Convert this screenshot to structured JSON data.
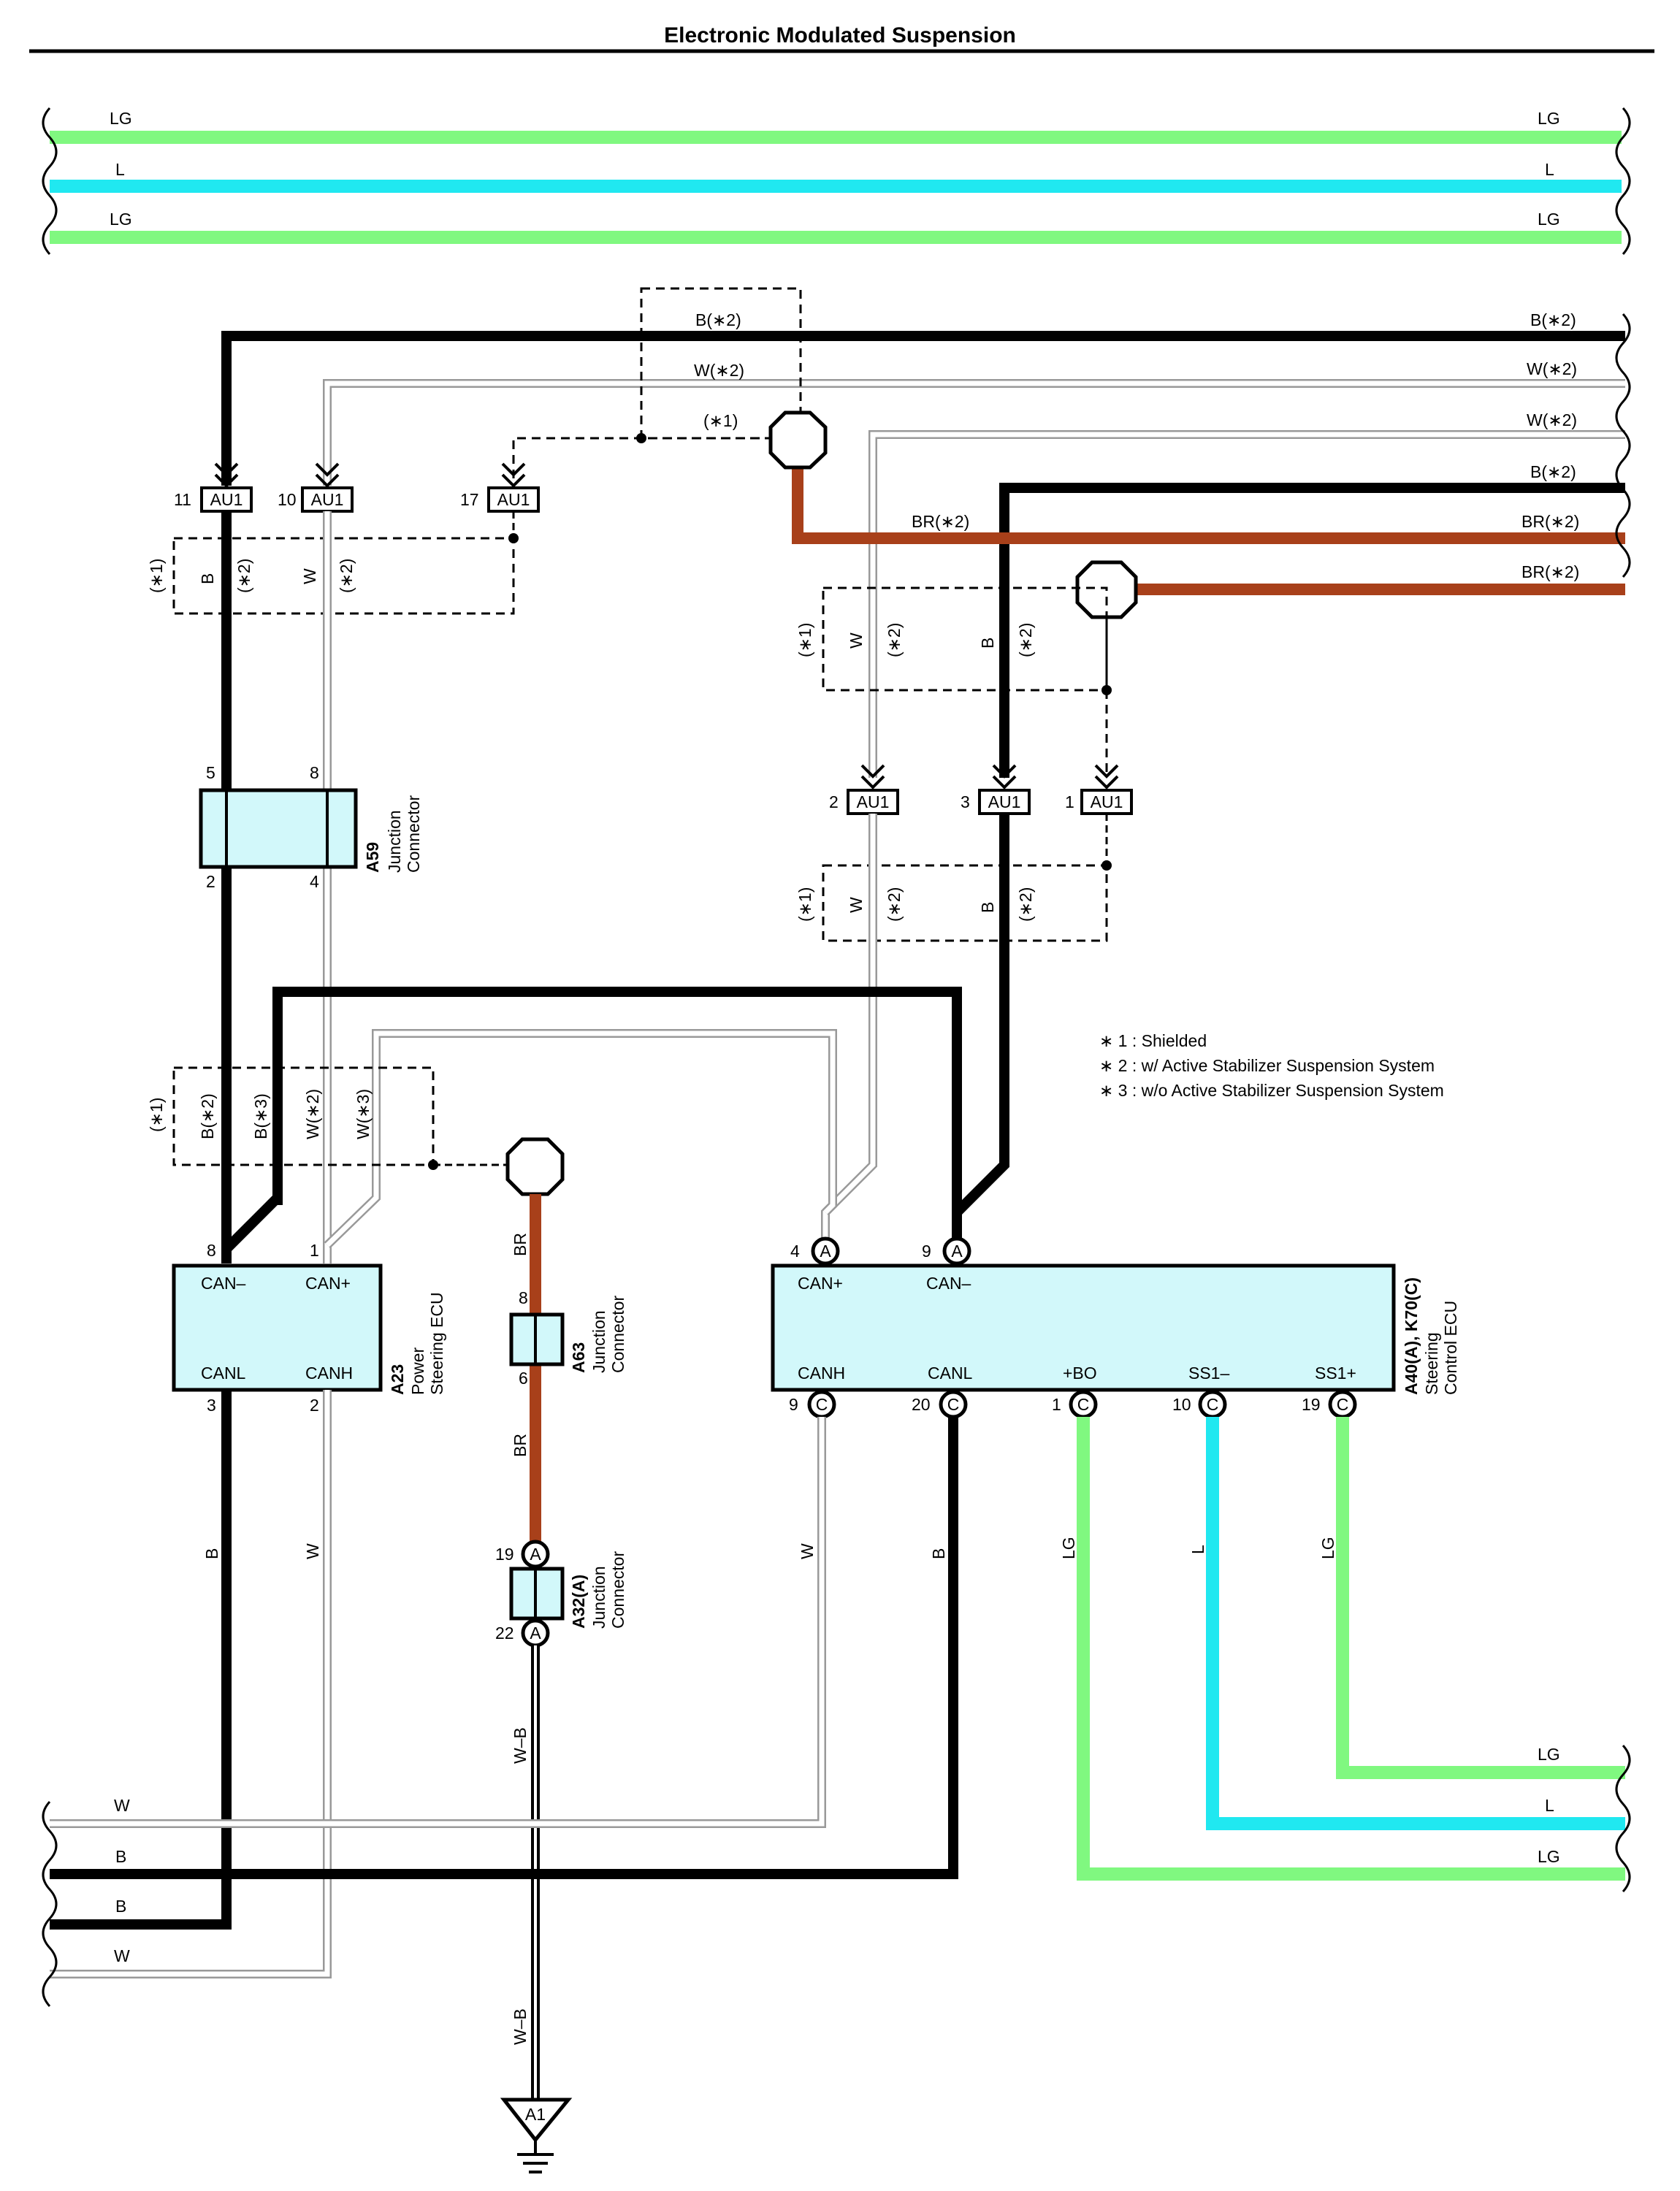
{
  "title": "Electronic Modulated Suspension",
  "colors": {
    "LG": "#80f880",
    "L": "#20e8f0",
    "B": "#000000",
    "W": "#ffffff",
    "BR": "#a8401a",
    "ecu_fill": "#d2f8fa",
    "W_outline": "#999999"
  },
  "top_wires": {
    "lg1": "LG",
    "l": "L",
    "lg2": "LG"
  },
  "right_wires": {
    "b2a": "B(∗2)",
    "w2a": "W(∗2)",
    "w2b": "W(∗2)",
    "b2b": "B(∗2)",
    "br2a": "BR(∗2)",
    "br2b": "BR(∗2)"
  },
  "mid_labels": {
    "b2_top": "B(∗2)",
    "w2_top": "W(∗2)",
    "s1_top": "(∗1)",
    "br2_mid": "BR(∗2)"
  },
  "connectors": {
    "au1": "AU1",
    "pin11": "11",
    "pin10": "10",
    "pin17": "17",
    "pin2": "2",
    "pin3": "3",
    "pin1": "1"
  },
  "shield_labels": {
    "s1": "(∗1)",
    "b": "B",
    "w": "W",
    "s2": "(∗2)"
  },
  "a59": {
    "code": "A59",
    "name1": "Junction",
    "name2": "Connector",
    "p5": "5",
    "p8": "8",
    "p2": "2",
    "p4": "4"
  },
  "bottom_shield": {
    "s1": "(∗1)",
    "b2": "B(∗2)",
    "b3": "B(∗3)",
    "w2": "W(∗2)",
    "w3": "W(∗3)"
  },
  "a23": {
    "code": "A23",
    "name1": "Power",
    "name2": "Steering ECU",
    "can_minus": "CAN–",
    "can_plus": "CAN+",
    "canl": "CANL",
    "canh": "CANH",
    "p8": "8",
    "p1": "1",
    "p3": "3",
    "p2": "2"
  },
  "a63": {
    "code": "A63",
    "name1": "Junction",
    "name2": "Connector",
    "p8": "8",
    "p6": "6"
  },
  "a32": {
    "code": "A32(A)",
    "name1": "Junction",
    "name2": "Connector",
    "p19": "19",
    "p22": "22",
    "letter": "A"
  },
  "steer": {
    "code": "A40(A), K70(C)",
    "name1": "Steering",
    "name2": "Control ECU",
    "can_plus": "CAN+",
    "can_minus": "CAN–",
    "canh": "CANH",
    "canl": "CANL",
    "bo": "+BO",
    "ss1m": "SS1–",
    "ss1p": "SS1+",
    "p4": "4",
    "p9": "9",
    "p9c": "9",
    "p20": "20",
    "p1": "1",
    "p10": "10",
    "p19": "19",
    "la": "A",
    "lc": "C"
  },
  "notes": [
    "∗ 1 : Shielded",
    "∗ 2 : w/ Active Stabilizer Suspension System",
    "∗ 3 : w/o Active Stabilizer Suspension System"
  ],
  "vertical_labels": {
    "br_up": "BR",
    "br_down": "BR",
    "wb_up": "W–B",
    "wb_down": "W–B",
    "b_left": "B",
    "w_left": "W",
    "w_mid": "W",
    "b_mid": "B",
    "lg1": "LG",
    "l": "L",
    "lg2": "LG"
  },
  "bottom_wires": {
    "w1": "W",
    "b1": "B",
    "b2": "B",
    "w2": "W",
    "lg_a": "LG",
    "l": "L",
    "lg_b": "LG"
  },
  "ground": "A1"
}
